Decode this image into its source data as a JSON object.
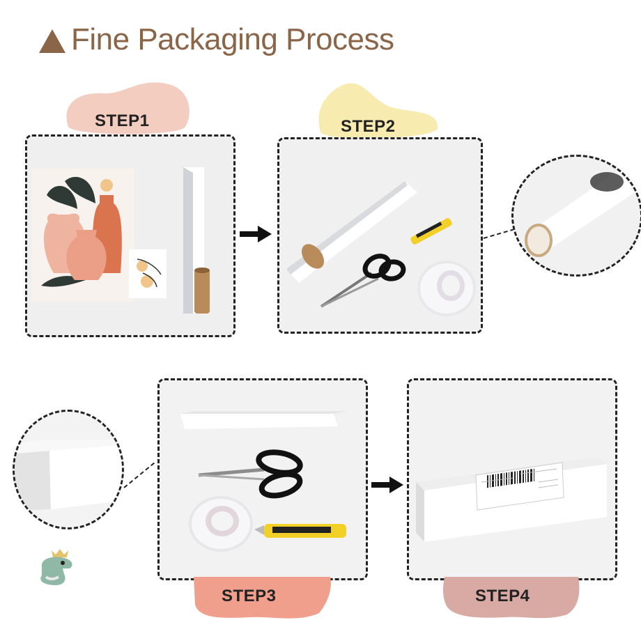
{
  "title": "Fine Packaging Process",
  "steps": [
    {
      "label": "STEP1",
      "blob_color": "#f3cdbf"
    },
    {
      "label": "STEP2",
      "blob_color": "#f7ebb0"
    },
    {
      "label": "STEP3",
      "blob_color": "#ef9f8c"
    },
    {
      "label": "STEP4",
      "blob_color": "#d8aaa3"
    }
  ],
  "colors": {
    "title": "#8a6548",
    "border": "#222222",
    "vase_terracotta": "#d9744f",
    "vase_peach": "#efb4a0",
    "leaf": "#2f3a37",
    "kraft": "#b98a5a",
    "cutter_yellow": "#f2d028"
  },
  "icons": [
    "dinosaur-mascot-icon",
    "arrow-right-icon",
    "scissors-icon",
    "tape-roll-icon",
    "box-cutter-icon",
    "shipping-label-barcode-icon"
  ]
}
